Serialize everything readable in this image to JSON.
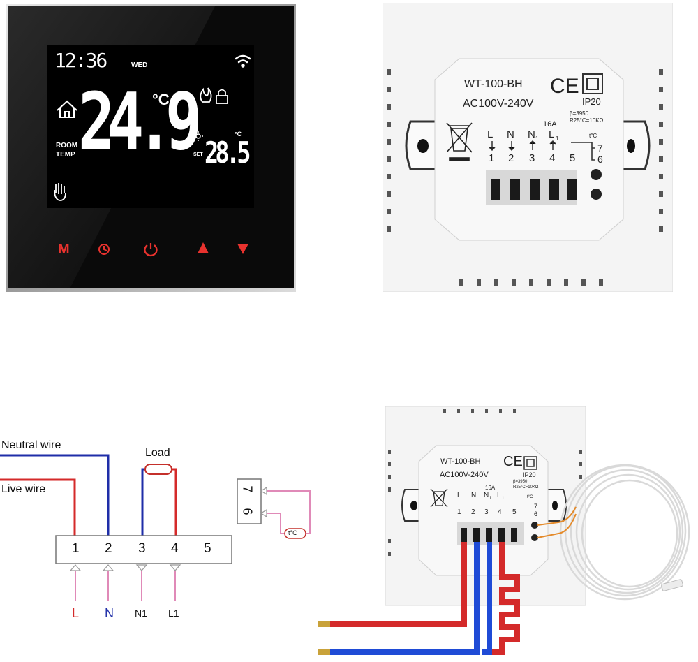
{
  "thermostat": {
    "time": "12:36",
    "day": "WED",
    "room_temp": "24.9",
    "room_unit": "°C",
    "room_label_1": "ROOM",
    "room_label_2": "TEMP",
    "set_label": "SET",
    "set_temp": "28.5",
    "set_unit": "°C",
    "buttons": [
      "M",
      "clock-icon",
      "power-icon",
      "up-arrow-icon",
      "down-arrow-icon"
    ],
    "button_color": "#e8322e"
  },
  "back_panel": {
    "model": "WT-100-BH",
    "voltage": "AC100V-240V",
    "ce": "CE",
    "ip": "IP20",
    "current": "16A",
    "beta": "β=3950",
    "r25": "R25°C=10KΩ",
    "sensor": "t°C",
    "terminal_letters": [
      "L",
      "N",
      "N",
      "L"
    ],
    "terminal_subs": [
      "",
      "",
      "1",
      "1"
    ],
    "terminal_numbers": [
      "1",
      "2",
      "3",
      "4",
      "5"
    ],
    "sensor_numbers": [
      "7",
      "6"
    ]
  },
  "wiring": {
    "neutral_label": "Neutral wire",
    "live_label": "Live wire",
    "load_label": "Load",
    "terminals": [
      "1",
      "2",
      "3",
      "4",
      "5"
    ],
    "bottom_labels": [
      "L",
      "N",
      "N1",
      "L1"
    ],
    "sensor_terminals": [
      "7",
      "6"
    ],
    "sensor_label": "t°C",
    "colors": {
      "neutral": "#1f2ea8",
      "live": "#d42a2a",
      "pink": "#e08ab8"
    }
  },
  "small_panel": {
    "model": "WT-100-BH",
    "voltage": "AC100V-240V",
    "ce": "CE",
    "ip": "IP20",
    "current": "16A",
    "beta": "β=3950",
    "r25": "R25°C=10KΩ",
    "sensor": "t°C",
    "terminal_letters": [
      "L",
      "N",
      "N",
      "L"
    ],
    "terminal_subs": [
      "",
      "",
      "1",
      "1"
    ],
    "terminal_numbers": [
      "1",
      "2",
      "3",
      "4",
      "5"
    ],
    "sensor_numbers": [
      "7",
      "6"
    ]
  }
}
